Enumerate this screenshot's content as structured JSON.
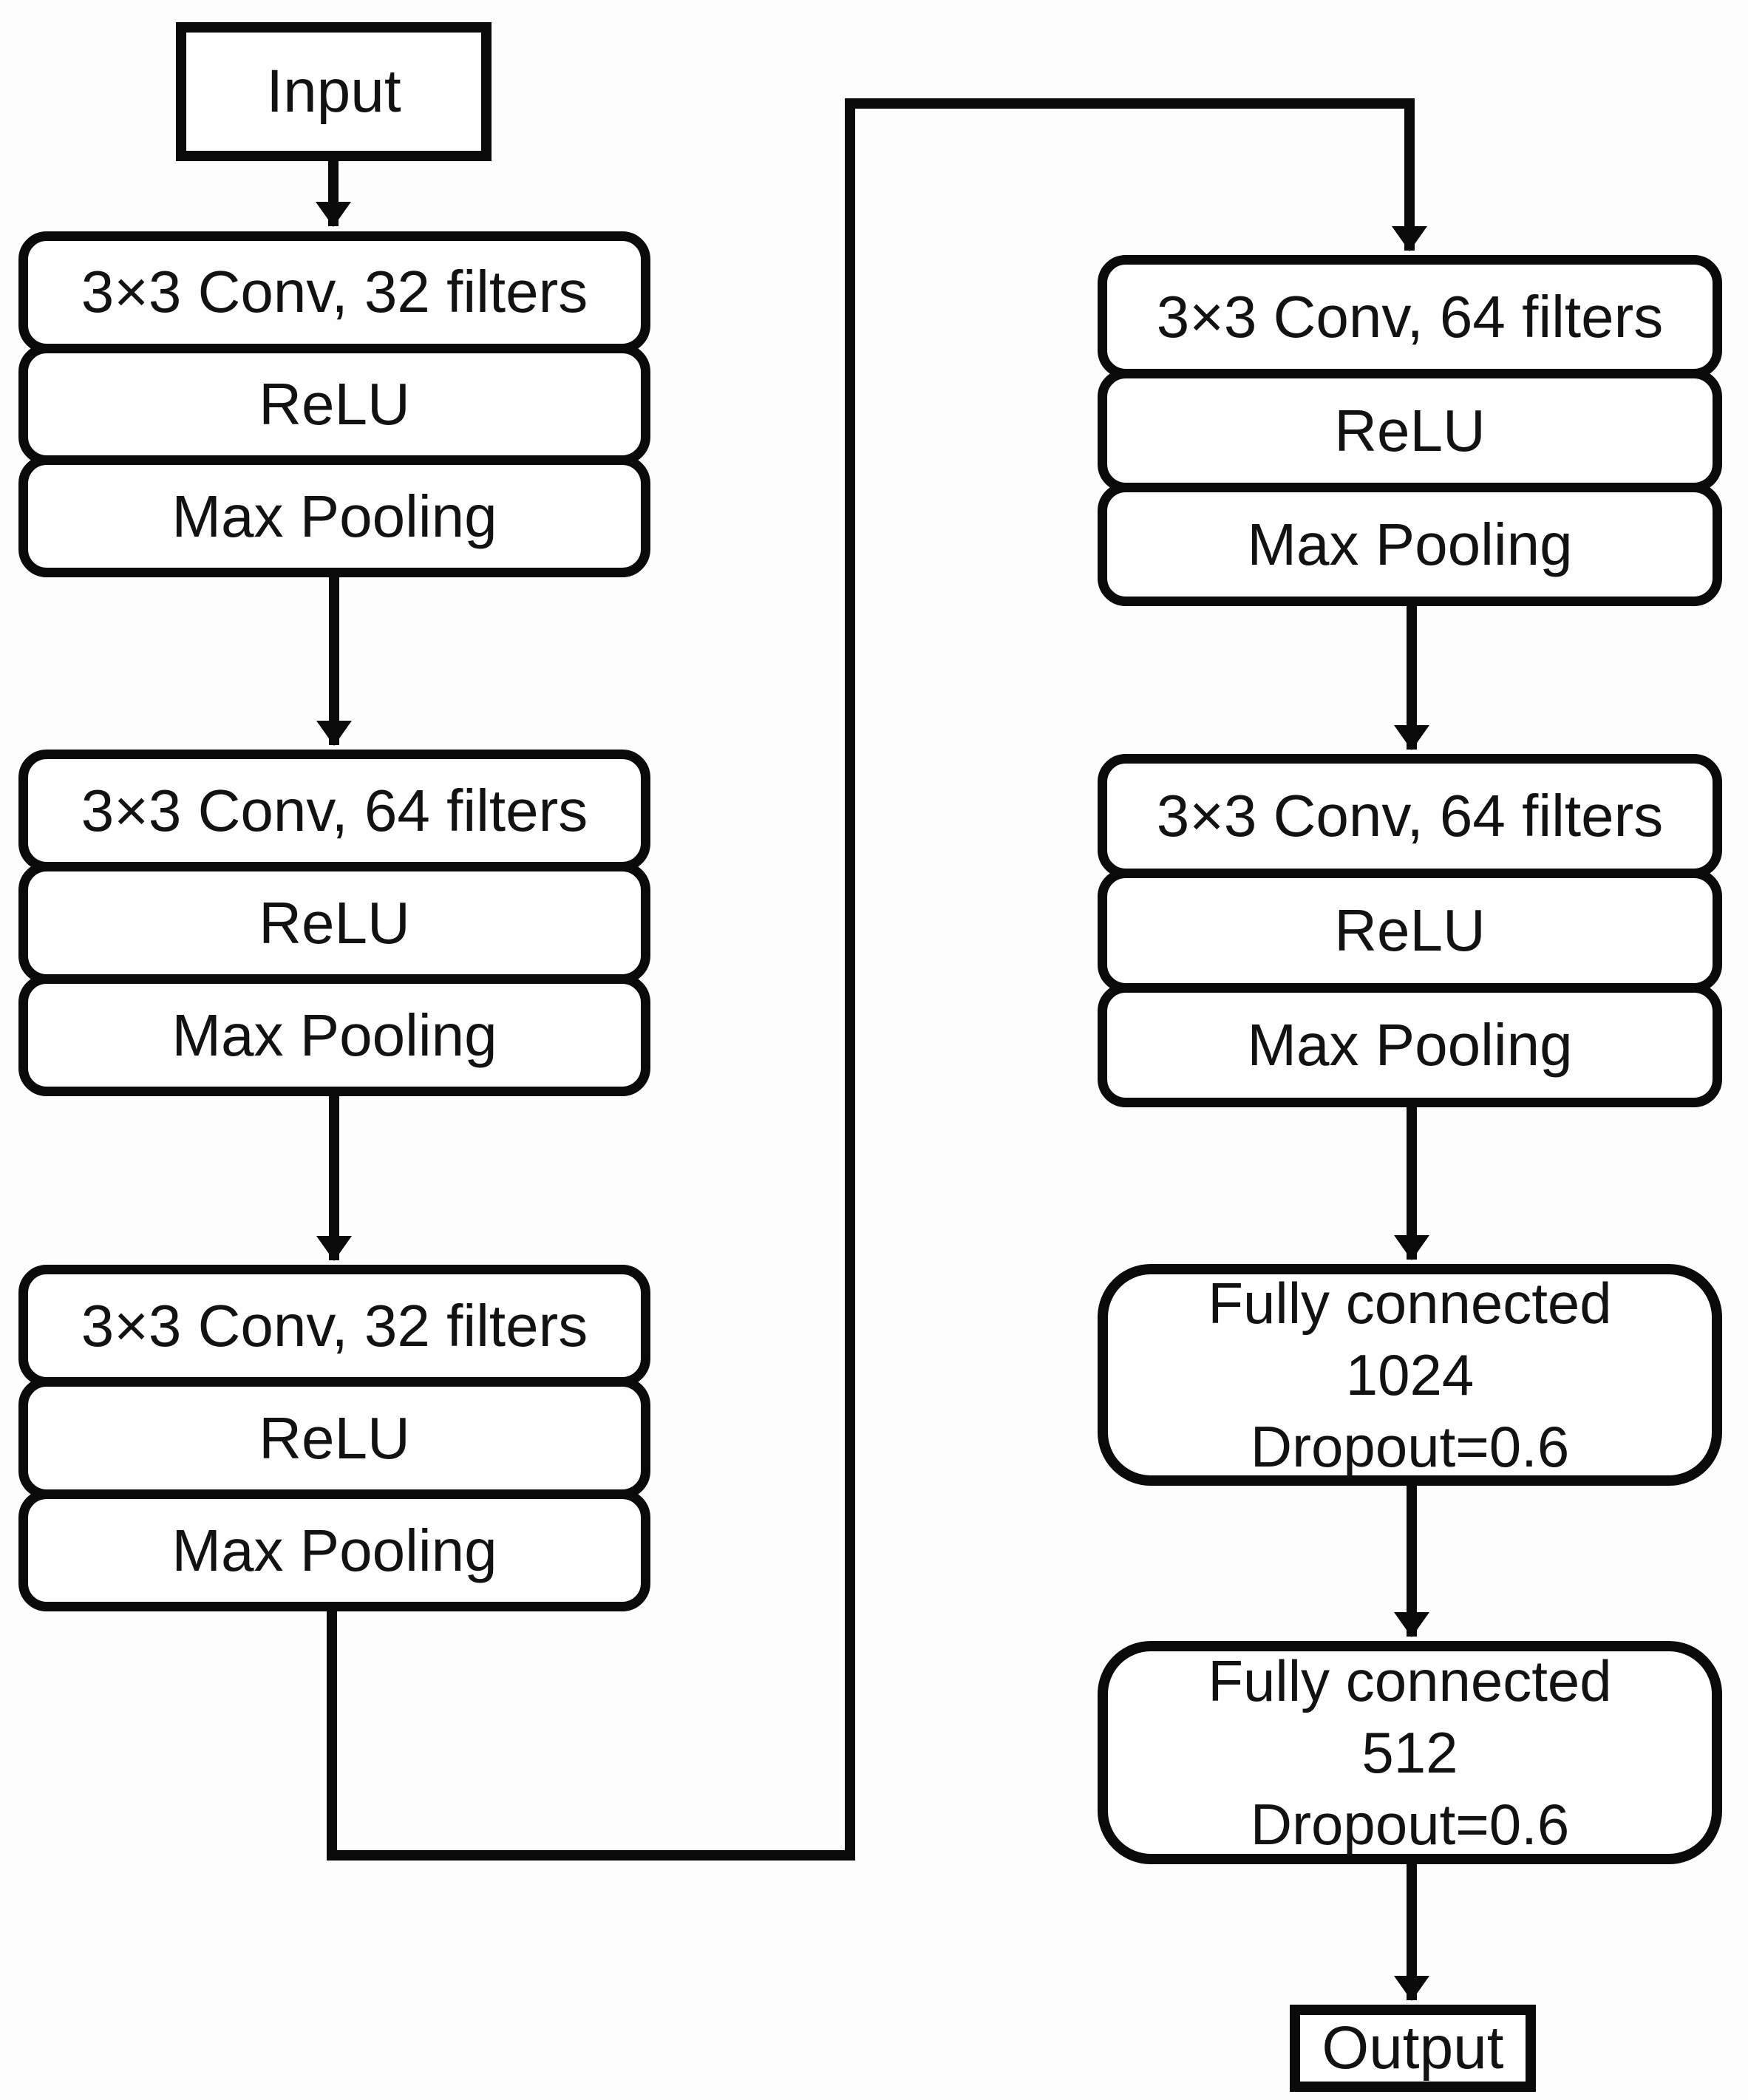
{
  "diagram": {
    "kind": "cnn-architecture-flowchart",
    "colors": {
      "stroke": "#0a0a0a",
      "fill": "#fefefe",
      "text": "#121212",
      "background": "#fdfdfd"
    },
    "nodes": {
      "input": {
        "label": "Input"
      },
      "left_block_1": {
        "rows": [
          "3×3 Conv, 32 filters",
          "ReLU",
          "Max Pooling"
        ]
      },
      "left_block_2": {
        "rows": [
          "3×3 Conv, 64 filters",
          "ReLU",
          "Max Pooling"
        ]
      },
      "left_block_3": {
        "rows": [
          "3×3 Conv, 32 filters",
          "ReLU",
          "Max Pooling"
        ]
      },
      "right_block_1": {
        "rows": [
          "3×3 Conv, 64 filters",
          "ReLU",
          "Max Pooling"
        ]
      },
      "right_block_2": {
        "rows": [
          "3×3 Conv, 64 filters",
          "ReLU",
          "Max Pooling"
        ]
      },
      "fc_1": {
        "lines": [
          "Fully connected",
          "1024",
          "Dropout=0.6"
        ]
      },
      "fc_2": {
        "lines": [
          "Fully connected",
          "512",
          "Dropout=0.6"
        ]
      },
      "output": {
        "label": "Output"
      }
    },
    "edges": [
      "input -> left_block_1",
      "left_block_1 -> left_block_2",
      "left_block_2 -> left_block_3",
      "left_block_3 -> right_block_1",
      "right_block_1 -> right_block_2",
      "right_block_2 -> fc_1",
      "fc_1 -> fc_2",
      "fc_2 -> output"
    ]
  }
}
